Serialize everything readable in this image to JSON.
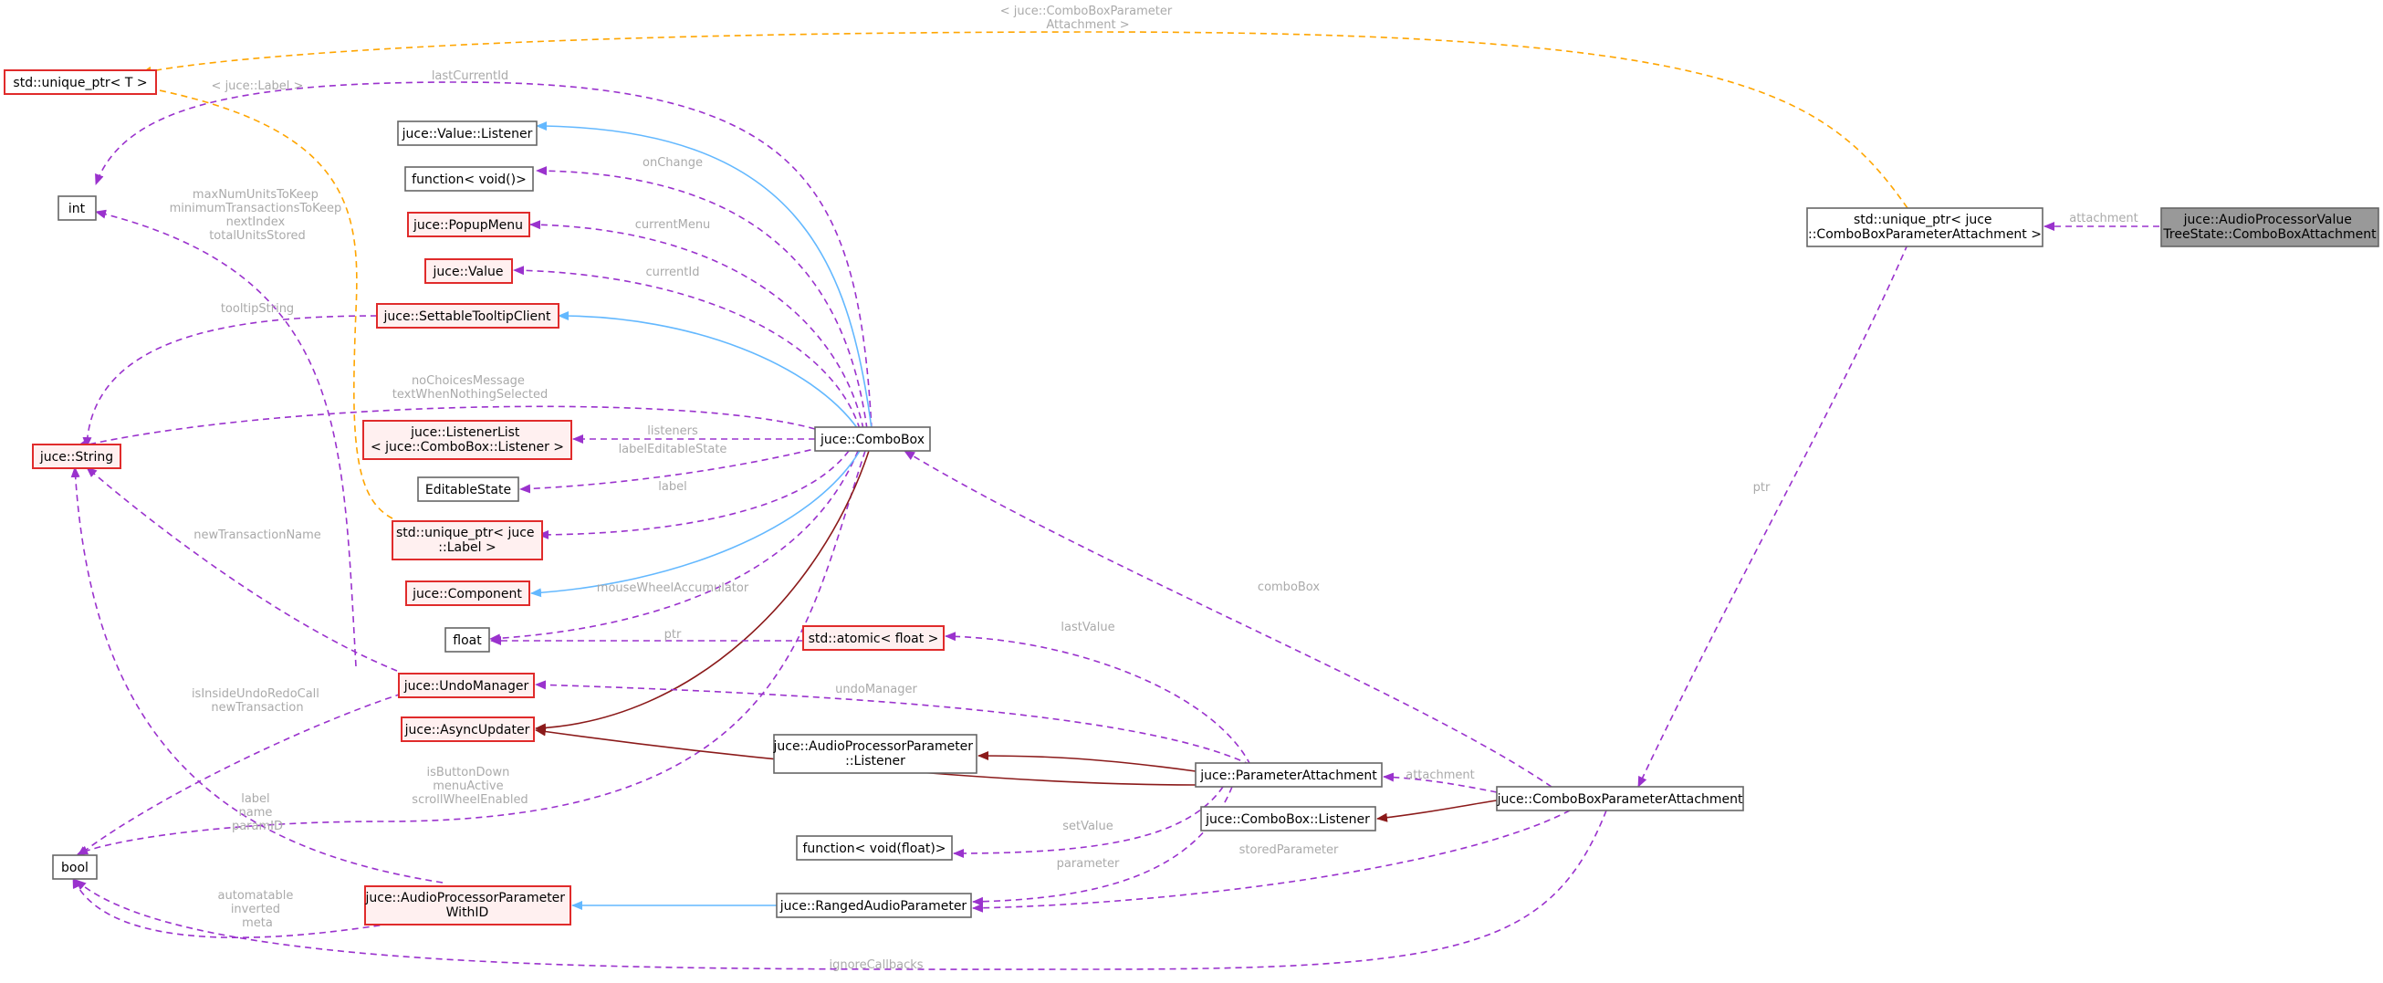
{
  "colors": {
    "usage_edge": "#9a32cd",
    "template_edge": "#ffa500",
    "public_inheritance": "#63b8ff",
    "protected_inheritance": "#8b1a1a",
    "incomplete_node_border": "#e02b2b",
    "focus_node_fill": "#999999"
  },
  "nodes": {
    "unique_ptr_t": [
      "std::unique_ptr< T >"
    ],
    "int": [
      "int"
    ],
    "value_listener": [
      "juce::Value::Listener"
    ],
    "function_void": [
      "function< void()>"
    ],
    "popupmenu": [
      "juce::PopupMenu"
    ],
    "value": [
      "juce::Value"
    ],
    "tooltip_client": [
      "juce::SettableTooltipClient"
    ],
    "string": [
      "juce::String"
    ],
    "listenerlist": [
      "juce::ListenerList",
      "< juce::ComboBox::Listener >"
    ],
    "editablestate": [
      "EditableState"
    ],
    "unique_ptr_label": [
      "std::unique_ptr< juce",
      "::Label >"
    ],
    "component": [
      "juce::Component"
    ],
    "float": [
      "float"
    ],
    "atomic_float": [
      "std::atomic< float >"
    ],
    "undomanager": [
      "juce::UndoManager"
    ],
    "asyncupdater": [
      "juce::AsyncUpdater"
    ],
    "combobox": [
      "juce::ComboBox"
    ],
    "ap_listener": [
      "juce::AudioProcessorParameter",
      "::Listener"
    ],
    "function_void_float": [
      "function< void(float)>"
    ],
    "bool": [
      "bool"
    ],
    "ap_withid": [
      "juce::AudioProcessorParameter",
      "WithID"
    ],
    "ranged_param": [
      "juce::RangedAudioParameter"
    ],
    "param_attachment": [
      "juce::ParameterAttachment"
    ],
    "cb_listener": [
      "juce::ComboBox::Listener"
    ],
    "cb_param_attachment": [
      "juce::ComboBoxParameterAttachment"
    ],
    "unique_ptr_cbpa": [
      "std::unique_ptr< juce",
      "::ComboBoxParameterAttachment >"
    ],
    "focus": [
      "juce::AudioProcessorValue",
      "TreeState::ComboBoxAttachment"
    ]
  },
  "edge_labels": {
    "tpl_top": [
      "< juce::ComboBoxParameter",
      "Attachment >"
    ],
    "comboboxlabel": [
      "< juce::Label >"
    ],
    "lastCurrentId": [
      "lastCurrentId"
    ],
    "onChange": [
      "onChange"
    ],
    "currentMenu": [
      "currentMenu"
    ],
    "currentId": [
      "currentId"
    ],
    "undo_ints": [
      "maxNumUnitsToKeep",
      "minimumTransactionsToKeep",
      "nextIndex",
      "totalUnitsStored"
    ],
    "tooltipString": [
      "tooltipString"
    ],
    "combo_strings": [
      "noChoicesMessage",
      "textWhenNothingSelected"
    ],
    "listeners": [
      "listeners"
    ],
    "labelEditableState": [
      "labelEditableState"
    ],
    "label": [
      "label"
    ],
    "newTransactionName": [
      "newTransactionName"
    ],
    "mouseWheelAccumulator": [
      "mouseWheelAccumulator"
    ],
    "ptr_float": [
      "ptr"
    ],
    "lastValue": [
      "lastValue"
    ],
    "undoManager": [
      "undoManager"
    ],
    "undo_bools": [
      "isInsideUndoRedoCall",
      "newTransaction"
    ],
    "combo_bools": [
      "isButtonDown",
      "menuActive",
      "scrollWheelEnabled"
    ],
    "ap_strings": [
      "label",
      "name",
      "paramID"
    ],
    "ap_bools": [
      "automatable",
      "inverted",
      "meta"
    ],
    "setValue": [
      "setValue"
    ],
    "parameter": [
      "parameter"
    ],
    "storedParameter": [
      "storedParameter"
    ],
    "attachment_pa": [
      "attachment"
    ],
    "comboBox": [
      "comboBox"
    ],
    "ptr_cbpa": [
      "ptr"
    ],
    "attachment_focus": [
      "attachment"
    ],
    "ignoreCallbacks": [
      "ignoreCallbacks"
    ]
  }
}
